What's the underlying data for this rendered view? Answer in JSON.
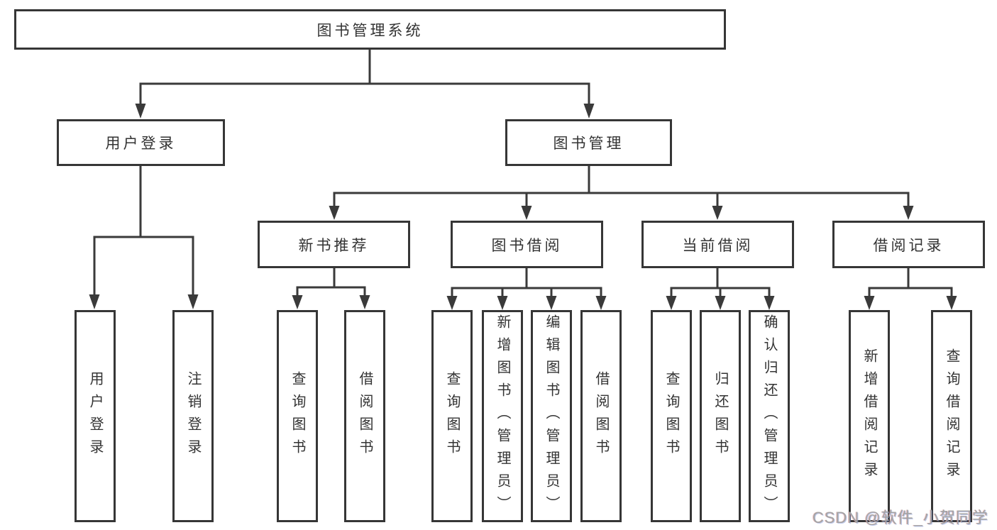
{
  "diagram": {
    "title": "图书管理系统",
    "root": {
      "label": "图书管理系统"
    },
    "branches": [
      {
        "label": "用户登录",
        "leaves": [
          "用户登录",
          "注销登录"
        ]
      },
      {
        "label": "图书管理",
        "groups": [
          {
            "label": "新书推荐",
            "leaves": [
              "查询图书",
              "借阅图书"
            ]
          },
          {
            "label": "图书借阅",
            "leaves": [
              "查询图书",
              "新增图书（管理员）",
              "编辑图书（管理员）",
              "借阅图书"
            ]
          },
          {
            "label": "当前借阅",
            "leaves": [
              "查询图书",
              "归还图书",
              "确认归还（管理员）"
            ]
          },
          {
            "label": "借阅记录",
            "leaves": [
              "新增借阅记录",
              "查询借阅记录"
            ]
          }
        ]
      }
    ]
  },
  "watermark": {
    "text": "CSDN @软件_小贺同学"
  },
  "colors": {
    "line": "#3a3a3a",
    "box_border": "#363636",
    "text": "#333333",
    "background": "#ffffff",
    "watermark": "#a3a3a3"
  }
}
